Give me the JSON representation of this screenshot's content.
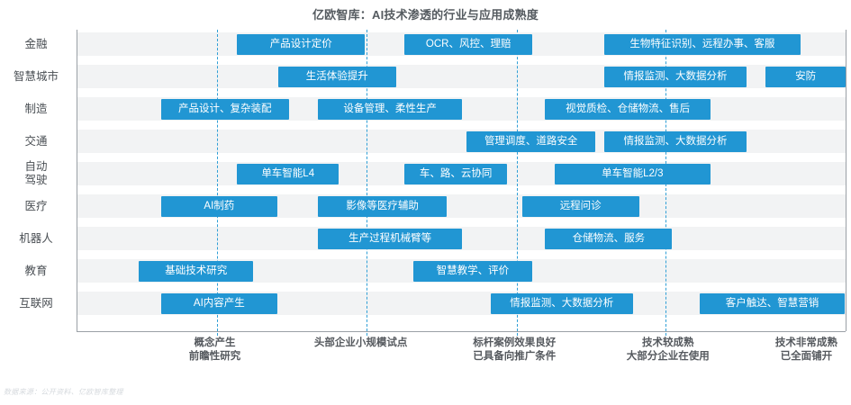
{
  "title": "亿欧智库：AI技术渗透的行业与应用成熟度",
  "source_note": "数据来源：公开资料、亿欧智库整理",
  "colors": {
    "bar": "#2196d3",
    "band": "#f2f3f4",
    "grid": "#2f9fd6",
    "axis": "#9aa0a6",
    "title": "#555b60"
  },
  "chart_data": {
    "type": "bar",
    "title": "亿欧智库：AI技术渗透的行业与应用成熟度",
    "xlabel": "",
    "ylabel": "",
    "grid": true,
    "legend": "none",
    "xlim": [
      0,
      100
    ],
    "stage_axis": [
      {
        "label_line1": "概念产生",
        "label_line2": "前瞻性研究",
        "center": 18
      },
      {
        "label_line1": "头部企业小规模试点",
        "label_line2": "",
        "center": 37
      },
      {
        "label_line1": "标杆案例效果良好",
        "label_line2": "已具备向推广条件",
        "center": 57
      },
      {
        "label_line1": "技术较成熟",
        "label_line2": "大部分企业在使用",
        "center": 77
      },
      {
        "label_line1": "技术非常成熟",
        "label_line2": "已全面铺开",
        "center": 95
      }
    ],
    "gridlines_x": [
      18.2,
      37.6,
      57.2,
      76.6
    ],
    "categories": [
      "金融",
      "智慧城市",
      "制造",
      "交通",
      "自动驾驶",
      "医疗",
      "机器人",
      "教育",
      "互联网"
    ],
    "rows": [
      {
        "category": "金融",
        "label_lines": [
          "金融"
        ],
        "bars": [
          {
            "text": "产品设计定价",
            "start": 20.8,
            "end": 37.4
          },
          {
            "text": "OCR、风控、理赔",
            "start": 42.6,
            "end": 59.2
          },
          {
            "text": "生物特征识别、远程办事、客服",
            "start": 68.6,
            "end": 94.1
          }
        ]
      },
      {
        "category": "智慧城市",
        "label_lines": [
          "智慧城市"
        ],
        "bars": [
          {
            "text": "生活体验提升",
            "start": 26.1,
            "end": 41.5
          },
          {
            "text": "情报监测、大数据分析",
            "start": 68.6,
            "end": 87.1
          },
          {
            "text": "安防",
            "start": 89.6,
            "end": 100.0
          }
        ]
      },
      {
        "category": "制造",
        "label_lines": [
          "制造"
        ],
        "bars": [
          {
            "text": "产品设计、复杂装配",
            "start": 10.9,
            "end": 27.5
          },
          {
            "text": "设备管理、柔性生产",
            "start": 31.3,
            "end": 50.1
          },
          {
            "text": "视觉质检、仓储物流、售后",
            "start": 60.9,
            "end": 82.4
          }
        ]
      },
      {
        "category": "交通",
        "label_lines": [
          "交通"
        ],
        "bars": [
          {
            "text": "管理调度、道路安全",
            "start": 50.7,
            "end": 67.4
          },
          {
            "text": "情报监测、大数据分析",
            "start": 68.6,
            "end": 87.1
          }
        ]
      },
      {
        "category": "自动驾驶",
        "label_lines": [
          "自动",
          "驾驶"
        ],
        "bars": [
          {
            "text": "单车智能L4",
            "start": 20.8,
            "end": 34.0
          },
          {
            "text": "车、路、云协同",
            "start": 42.6,
            "end": 55.9
          },
          {
            "text": "单车智能L2/3",
            "start": 62.1,
            "end": 82.4
          }
        ]
      },
      {
        "category": "医疗",
        "label_lines": [
          "医疗"
        ],
        "bars": [
          {
            "text": "AI制药",
            "start": 10.9,
            "end": 26.0
          },
          {
            "text": "影像等医疗辅助",
            "start": 31.3,
            "end": 48.1
          },
          {
            "text": "远程问诊",
            "start": 57.9,
            "end": 73.1
          }
        ]
      },
      {
        "category": "机器人",
        "label_lines": [
          "机器人"
        ],
        "bars": [
          {
            "text": "生产过程机械臂等",
            "start": 31.3,
            "end": 50.1
          },
          {
            "text": "仓储物流、服务",
            "start": 60.9,
            "end": 77.4
          }
        ]
      },
      {
        "category": "教育",
        "label_lines": [
          "教育"
        ],
        "bars": [
          {
            "text": "基础技术研究",
            "start": 8.0,
            "end": 22.9
          },
          {
            "text": "智慧教学、评价",
            "start": 43.7,
            "end": 59.2
          }
        ]
      },
      {
        "category": "互联网",
        "label_lines": [
          "互联网"
        ],
        "bars": [
          {
            "text": "AI内容产生",
            "start": 10.9,
            "end": 26.0
          },
          {
            "text": "情报监测、大数据分析",
            "start": 53.8,
            "end": 72.3
          },
          {
            "text": "客户触达、智慧营销",
            "start": 81.0,
            "end": 99.9
          }
        ]
      }
    ]
  }
}
